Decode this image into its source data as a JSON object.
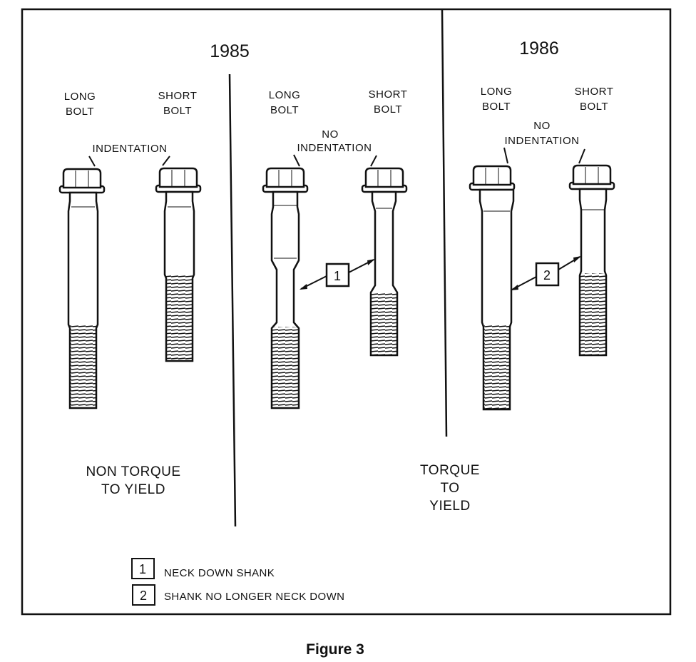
{
  "years": {
    "left": "1985",
    "right": "1986"
  },
  "bolts": {
    "long_line1": "LONG",
    "long_line2": "BOLT",
    "short_line1": "SHORT",
    "short_line2": "BOLT"
  },
  "annotations": {
    "indentation": "INDENTATION",
    "no_line1": "NO",
    "no_line2": "INDENTATION"
  },
  "callouts": {
    "one": "1",
    "two": "2"
  },
  "captions": {
    "non_line1": "NON TORQUE",
    "non_line2": "TO YIELD",
    "tty_line1": "TORQUE",
    "tty_line2": "TO",
    "tty_line3": "YIELD"
  },
  "legend": [
    {
      "num": "1",
      "text": "NECK DOWN SHANK"
    },
    {
      "num": "2",
      "text": "SHANK NO LONGER NECK DOWN"
    }
  ],
  "figure_caption": "Figure 3"
}
